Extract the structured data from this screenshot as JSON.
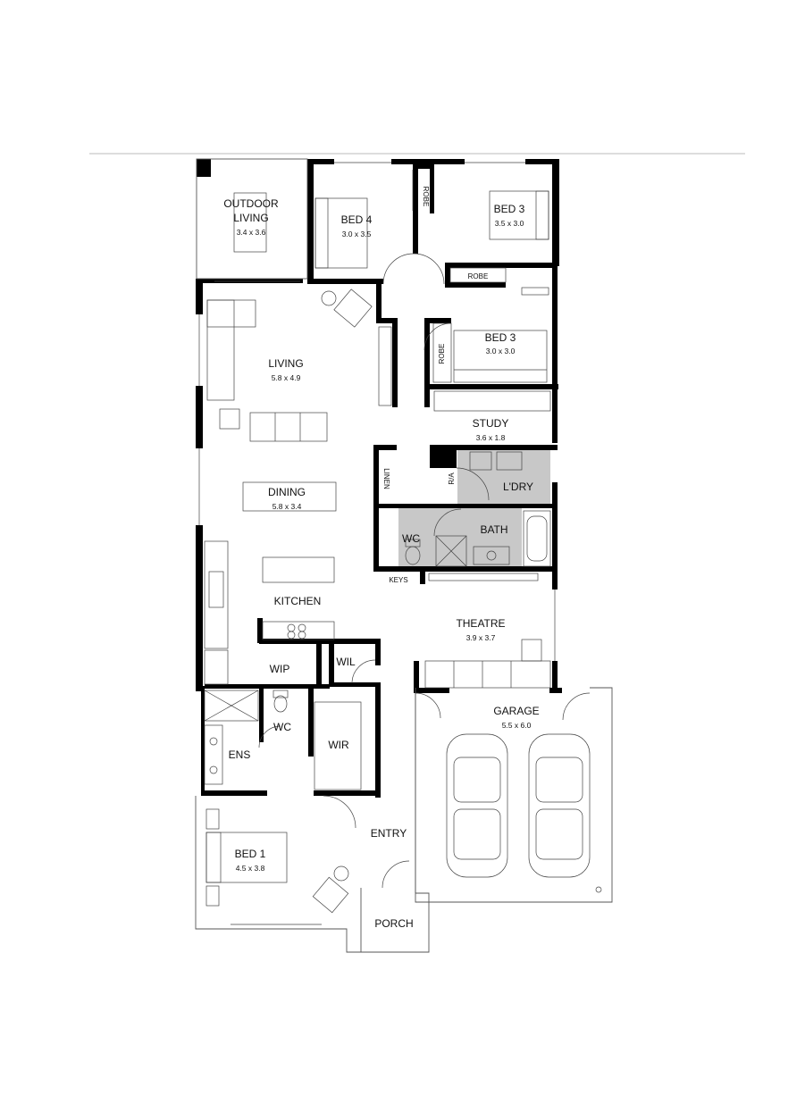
{
  "rooms": {
    "outdoor_living": {
      "name_line1": "OUTDOOR",
      "name_line2": "LIVING",
      "size": "3.4 x 3.6"
    },
    "bed4": {
      "name": "BED 4",
      "size": "3.0 x 3.5"
    },
    "bed3_top": {
      "name": "BED 3",
      "size": "3.5 x 3.0"
    },
    "bed3_mid": {
      "name": "BED 3",
      "size": "3.0 x 3.0"
    },
    "robe_vertical_top": {
      "name": "ROBE"
    },
    "robe_horizontal": {
      "name": "ROBE"
    },
    "robe_vertical_mid": {
      "name": "ROBE"
    },
    "living": {
      "name": "LIVING",
      "size": "5.8 x 4.9"
    },
    "study": {
      "name": "STUDY",
      "size": "3.6 x 1.8"
    },
    "linen": {
      "name": "LINEN"
    },
    "ra": {
      "name": "R/A"
    },
    "laundry": {
      "name": "L'DRY"
    },
    "dining": {
      "name": "DINING",
      "size": "5.8 x 3.4"
    },
    "wc_main": {
      "name": "WC"
    },
    "bath": {
      "name": "BATH"
    },
    "keys": {
      "name": "KEYS"
    },
    "kitchen": {
      "name": "KITCHEN"
    },
    "theatre": {
      "name": "THEATRE",
      "size": "3.9 x 3.7"
    },
    "wip": {
      "name": "WIP"
    },
    "wil": {
      "name": "WIL"
    },
    "garage": {
      "name": "GARAGE",
      "size": "5.5 x 6.0"
    },
    "wc_ens": {
      "name": "WC"
    },
    "ens": {
      "name": "ENS"
    },
    "wir": {
      "name": "WIR"
    },
    "entry": {
      "name": "ENTRY"
    },
    "bed1": {
      "name": "BED 1",
      "size": "4.5 x 3.8"
    },
    "porch": {
      "name": "PORCH"
    }
  },
  "colors": {
    "wall": "#000000",
    "wet_area": "#c8c8c8",
    "line": "#444444"
  },
  "icons": [
    "car-icon",
    "door-swing-icon",
    "bed-icon",
    "toilet-icon",
    "bathtub-icon",
    "sink-icon",
    "cooktop-icon"
  ]
}
